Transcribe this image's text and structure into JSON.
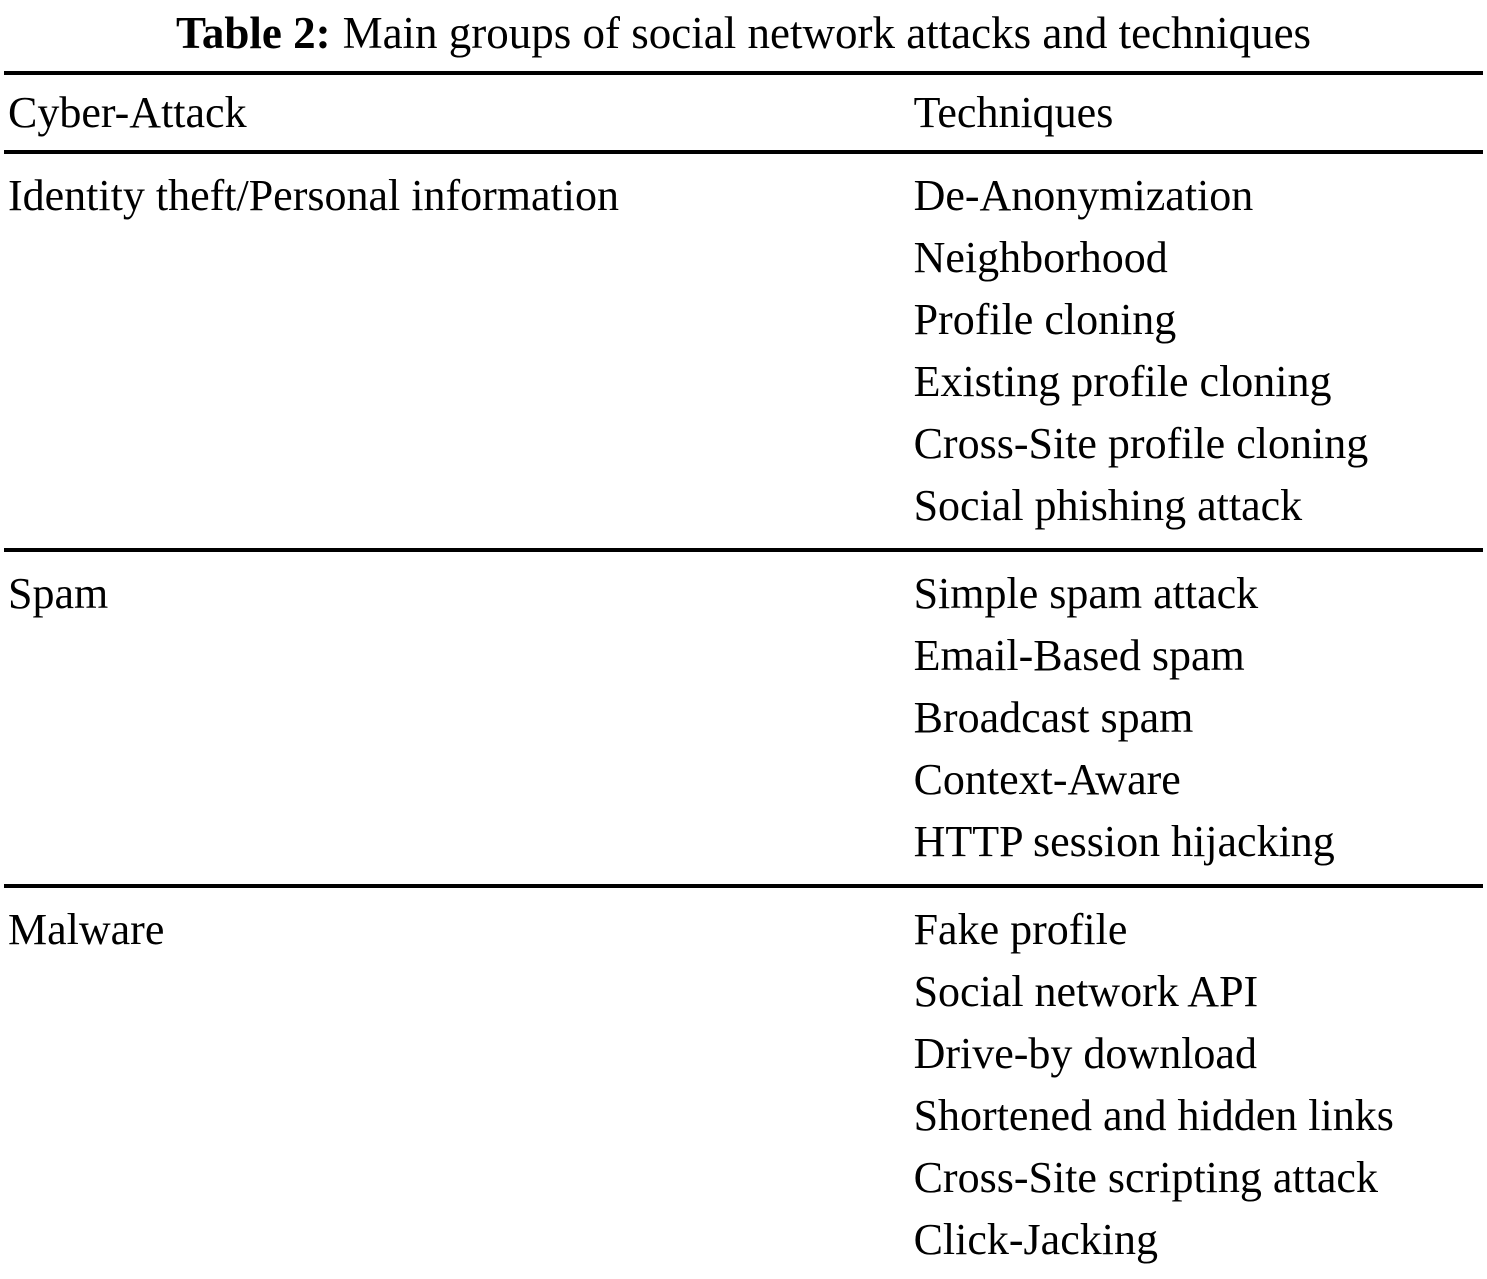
{
  "caption": {
    "label": "Table 2:",
    "text": "Main groups of social network attacks and techniques"
  },
  "columns": [
    "Cyber-Attack",
    "Techniques"
  ],
  "rows": [
    {
      "attack": "Identity theft/Personal information",
      "techniques": [
        "De-Anonymization",
        "Neighborhood",
        "Profile cloning",
        "Existing profile cloning",
        "Cross-Site profile cloning",
        "Social phishing attack"
      ]
    },
    {
      "attack": "Spam",
      "techniques": [
        "Simple spam attack",
        "Email-Based spam",
        "Broadcast spam",
        "Context-Aware",
        "HTTP session hijacking"
      ]
    },
    {
      "attack": "Malware",
      "techniques": [
        "Fake profile",
        "Social network API",
        "Drive-by download",
        "Shortened and hidden links",
        "Cross-Site scripting attack",
        "Click-Jacking"
      ]
    }
  ]
}
